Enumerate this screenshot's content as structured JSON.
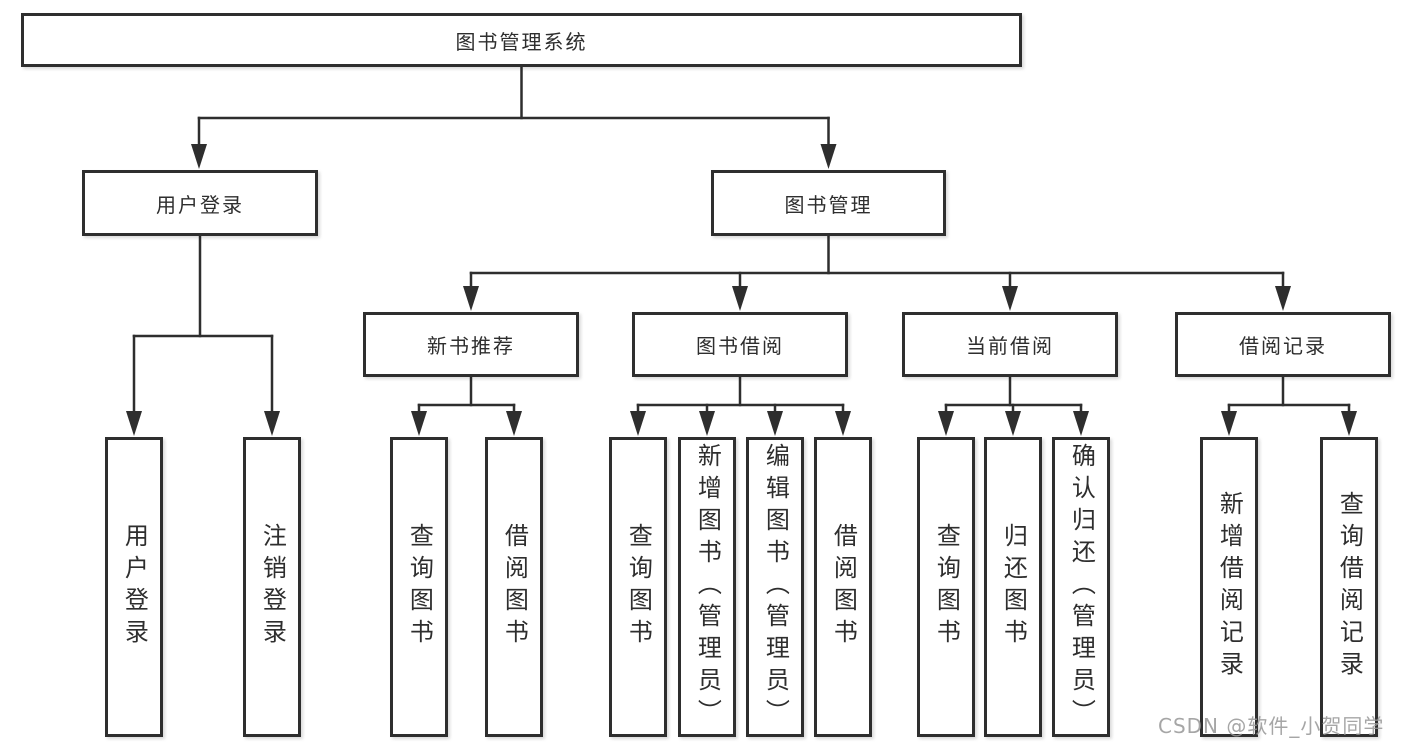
{
  "tree": {
    "root": {
      "label": "图书管理系统"
    },
    "branches": [
      {
        "label": "用户登录",
        "children": [
          {
            "label": "用户登录"
          },
          {
            "label": "注销登录"
          }
        ]
      },
      {
        "label": "图书管理",
        "children": [
          {
            "label": "新书推荐",
            "children": [
              {
                "label": "查询图书"
              },
              {
                "label": "借阅图书"
              }
            ]
          },
          {
            "label": "图书借阅",
            "children": [
              {
                "label": "查询图书"
              },
              {
                "label": "新增图书（管理员）"
              },
              {
                "label": "编辑图书（管理员）"
              },
              {
                "label": "借阅图书"
              }
            ]
          },
          {
            "label": "当前借阅",
            "children": [
              {
                "label": "查询图书"
              },
              {
                "label": "归还图书"
              },
              {
                "label": "确认归还（管理员）"
              }
            ]
          },
          {
            "label": "借阅记录",
            "children": [
              {
                "label": "新增借阅记录"
              },
              {
                "label": "查询借阅记录"
              }
            ]
          }
        ]
      }
    ]
  },
  "watermark": {
    "text": "CSDN @软件_小贺同学"
  },
  "colors": {
    "line": "#2e2e2e",
    "text": "#2e2e2e",
    "box_background": "#ffffff",
    "page_background": "#ffffff",
    "watermark": "#969696"
  }
}
